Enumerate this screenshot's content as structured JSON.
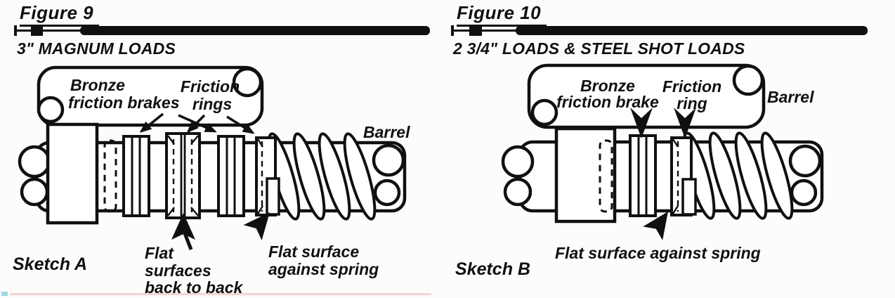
{
  "ink_color": "#101010",
  "paper_color": "#fcfcfb",
  "fig9": {
    "title": "Figure 9",
    "subtitle": "3\" MAGNUM LOADS",
    "sketch": "Sketch A",
    "barrel_label": "Barrel",
    "callout_brakes_line1": "Bronze",
    "callout_brakes_line2": "friction brakes",
    "callout_rings_line1": "Friction",
    "callout_rings_line2": "rings",
    "flat_back_line1": "Flat",
    "flat_back_line2": "surfaces",
    "flat_back_line3": "back to back",
    "flat_spring_line1": "Flat surface",
    "flat_spring_line2": "against spring"
  },
  "fig10": {
    "title": "Figure 10",
    "subtitle": "2 3/4\" LOADS & STEEL SHOT LOADS",
    "sketch": "Sketch B",
    "barrel_label": "Barrel",
    "callout_brake_line1": "Bronze",
    "callout_brake_line2": "friction brake",
    "callout_ring_line1": "Friction",
    "callout_ring_line2": "ring",
    "flat_spring": "Flat surface against spring"
  }
}
